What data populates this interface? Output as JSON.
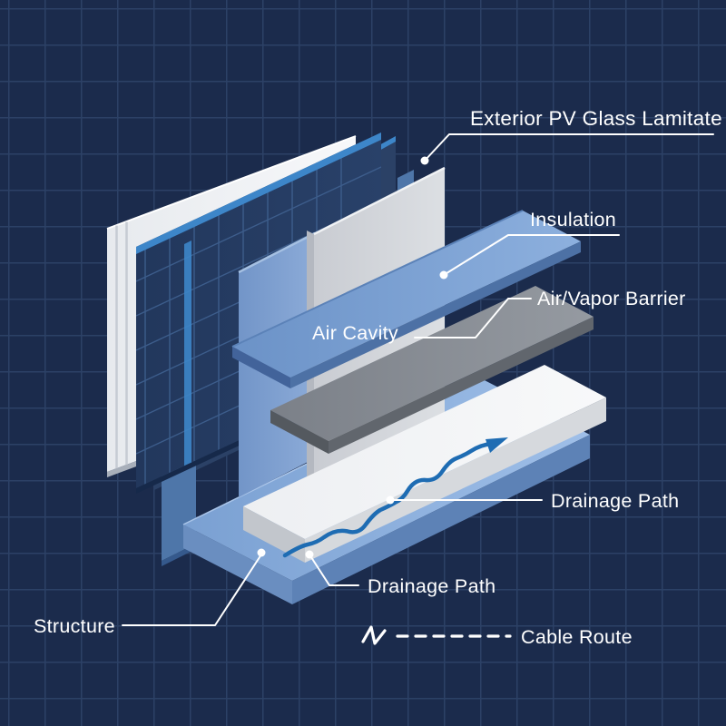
{
  "diagram": {
    "type": "exploded-isometric-wall-assembly",
    "labels": {
      "exterior_pv": "Exterior PV Glass Lamitate",
      "insulation": "Insulation",
      "air_vapor_barrier": "Air/Vapor Barrier",
      "air_cavity": "Air Cavity",
      "drainage_path_upper": "Drainage Path",
      "drainage_path_lower": "Drainage Path",
      "structure": "Structure",
      "cable_route": "Cable Route"
    },
    "layers": [
      "Exterior PV Glass Lamitate",
      "Air Cavity",
      "Insulation",
      "Air/Vapor Barrier",
      "Drainage Path",
      "Structure"
    ],
    "colors": {
      "background": "#1b2b4c",
      "grid_line": "#2c4166",
      "label_text": "#ffffff",
      "leader_line": "#ffffff",
      "pv_panel_dark": "#243b61",
      "pv_cell_grid": "#3f5f8e",
      "pv_glass_edge_glow": "#3d86c9",
      "white_laminate": "#f2f3f5",
      "back_board_gray": "#d3d6da",
      "insulation_slab_blue": "#7ca1d4",
      "vapor_barrier_slab_gray": "#8a8f96",
      "white_slab": "#f2f3f5",
      "drainage_base_blue": "#8fb0dd",
      "drainage_arrow_blue": "#1e6cb3"
    }
  }
}
